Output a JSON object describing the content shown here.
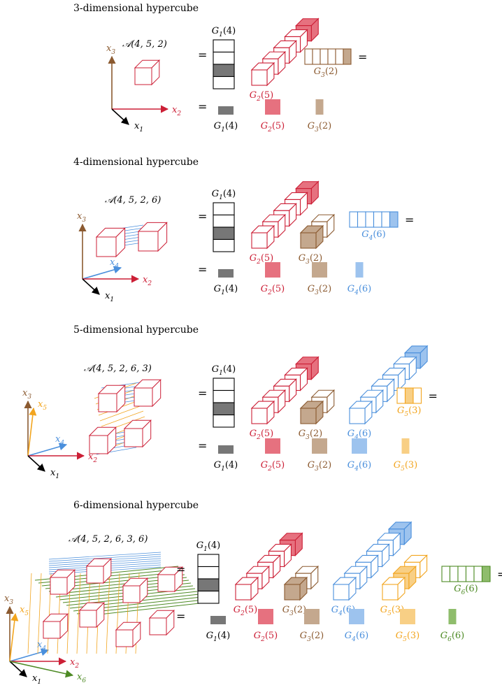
{
  "colors": {
    "black": "#000000",
    "g1": "#777777",
    "g2": "#cc1f36",
    "g2_fill": "#e6717f",
    "g3": "#8b5a30",
    "g3_fill": "#c4a88e",
    "g4": "#4a8fdc",
    "g4_fill": "#9dc3ee",
    "g5": "#f2a51f",
    "g5_fill": "#f8cf85",
    "g6": "#4d8a24",
    "g6_fill": "#8fbd6c"
  },
  "equals": "=",
  "sections": [
    {
      "title": "3-dimensional hypercube",
      "tensor": "𝒜(4, 5, 2)",
      "axes": [
        "x3",
        "x2",
        "x1"
      ],
      "cores": [
        "G1(4)",
        "G2(5)",
        "G3(2)"
      ],
      "slices": [
        "G1(4)",
        "G2(5)",
        "G3(2)"
      ]
    },
    {
      "title": "4-dimensional hypercube",
      "tensor": "𝒜(4, 5, 2, 6)",
      "axes": [
        "x3",
        "x4",
        "x2",
        "x1"
      ],
      "cores": [
        "G1(4)",
        "G2(5)",
        "G3(2)",
        "G4(6)"
      ],
      "slices": [
        "G1(4)",
        "G2(5)",
        "G3(2)",
        "G4(6)"
      ]
    },
    {
      "title": "5-dimensional hypercube",
      "tensor": "𝒜(4, 5, 2, 6, 3)",
      "axes": [
        "x3",
        "x5",
        "x4",
        "x2",
        "x1"
      ],
      "cores": [
        "G1(4)",
        "G2(5)",
        "G3(2)",
        "G4(6)",
        "G5(3)"
      ],
      "slices": [
        "G1(4)",
        "G2(5)",
        "G3(2)",
        "G4(6)",
        "G5(3)"
      ]
    },
    {
      "title": "6-dimensional hypercube",
      "tensor": "𝒜(4, 5, 2, 6, 3, 6)",
      "axes": [
        "x3",
        "x5",
        "x4",
        "x2",
        "x1",
        "x6"
      ],
      "cores": [
        "G1(4)",
        "G2(5)",
        "G3(2)",
        "G4(6)",
        "G5(3)",
        "G6(6)"
      ],
      "slices": [
        "G1(4)",
        "G2(5)",
        "G3(2)",
        "G4(6)",
        "G5(3)",
        "G6(6)"
      ]
    }
  ]
}
